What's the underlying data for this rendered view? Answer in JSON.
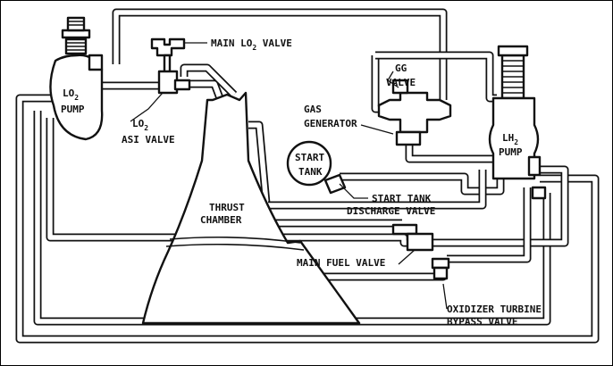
{
  "labels": {
    "main_lo2_valve": [
      "MAIN LO",
      "2",
      " VALVE"
    ],
    "lo2_pump": [
      "LO",
      "2",
      "PUMP"
    ],
    "lo2_asi_valve": [
      "LO",
      "2",
      "ASI VALVE"
    ],
    "gg_valve": [
      "GG",
      "VALVE"
    ],
    "gas_generator": [
      "GAS",
      "GENERATOR"
    ],
    "lh2_pump": [
      "LH",
      "2",
      "PUMP"
    ],
    "start_tank": [
      "START",
      "TANK"
    ],
    "start_tank_discharge_valve": [
      "START TANK",
      "DISCHARGE VALVE"
    ],
    "thrust_chamber": [
      "THRUST",
      "CHAMBER"
    ],
    "main_fuel_valve": "MAIN FUEL VALVE",
    "oxidizer_turbine_bypass_valve": [
      "OXIDIZER TURBINE",
      "BYPASS VALVE"
    ]
  },
  "colors": {
    "ink": "#111111",
    "background": "#ffffff"
  }
}
